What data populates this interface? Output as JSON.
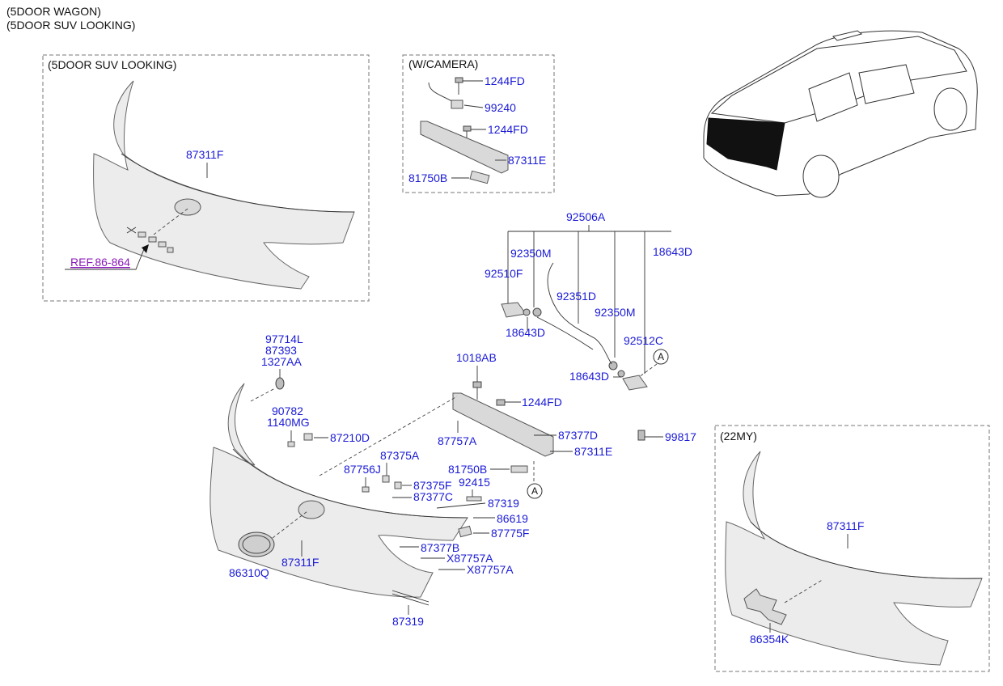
{
  "header": {
    "line1": "(5DOOR WAGON)",
    "line2": "(5DOOR SUV LOOKING)"
  },
  "boxes": {
    "suv": "(5DOOR SUV LOOKING)",
    "camera": "(W/CAMERA)",
    "my22": "(22MY)"
  },
  "ref_link": "REF.86-864",
  "circle_marker": "A",
  "parts": {
    "p87311F_suv": "87311F",
    "p1244FD_a": "1244FD",
    "p99240": "99240",
    "p1244FD_b": "1244FD",
    "p87311E_cam": "87311E",
    "p81750B_cam": "81750B",
    "p92506A": "92506A",
    "p92350M_a": "92350M",
    "p18643D_a": "18643D",
    "p92510F": "92510F",
    "p92351D": "92351D",
    "p92350M_b": "92350M",
    "p18643D_b": "18643D",
    "p92512C": "92512C",
    "p18643D_c": "18643D",
    "p97714L": "97714L",
    "p87393": "87393",
    "p1327AA": "1327AA",
    "p1018AB": "1018AB",
    "p1244FD_c": "1244FD",
    "p90782": "90782",
    "p1140MG": "1140MG",
    "p87210D": "87210D",
    "p87757A": "87757A",
    "p87377D": "87377D",
    "p87311E": "87311E",
    "p99817": "99817",
    "p87375A": "87375A",
    "p87756J": "87756J",
    "p81750B": "81750B",
    "p87375F": "87375F",
    "p92415": "92415",
    "p87377C": "87377C",
    "p87319_a": "87319",
    "p86619": "86619",
    "p87775F": "87775F",
    "p87377B": "87377B",
    "pX87757A_a": "X87757A",
    "pX87757A_b": "X87757A",
    "p86310Q": "86310Q",
    "p87311F_main": "87311F",
    "p87319_b": "87319",
    "p87311F_22": "87311F",
    "p86354K": "86354K"
  },
  "colors": {
    "part_number": "#1a1ad6",
    "ref": "#8a1ab8",
    "part_fill": "#d9d9d9"
  }
}
